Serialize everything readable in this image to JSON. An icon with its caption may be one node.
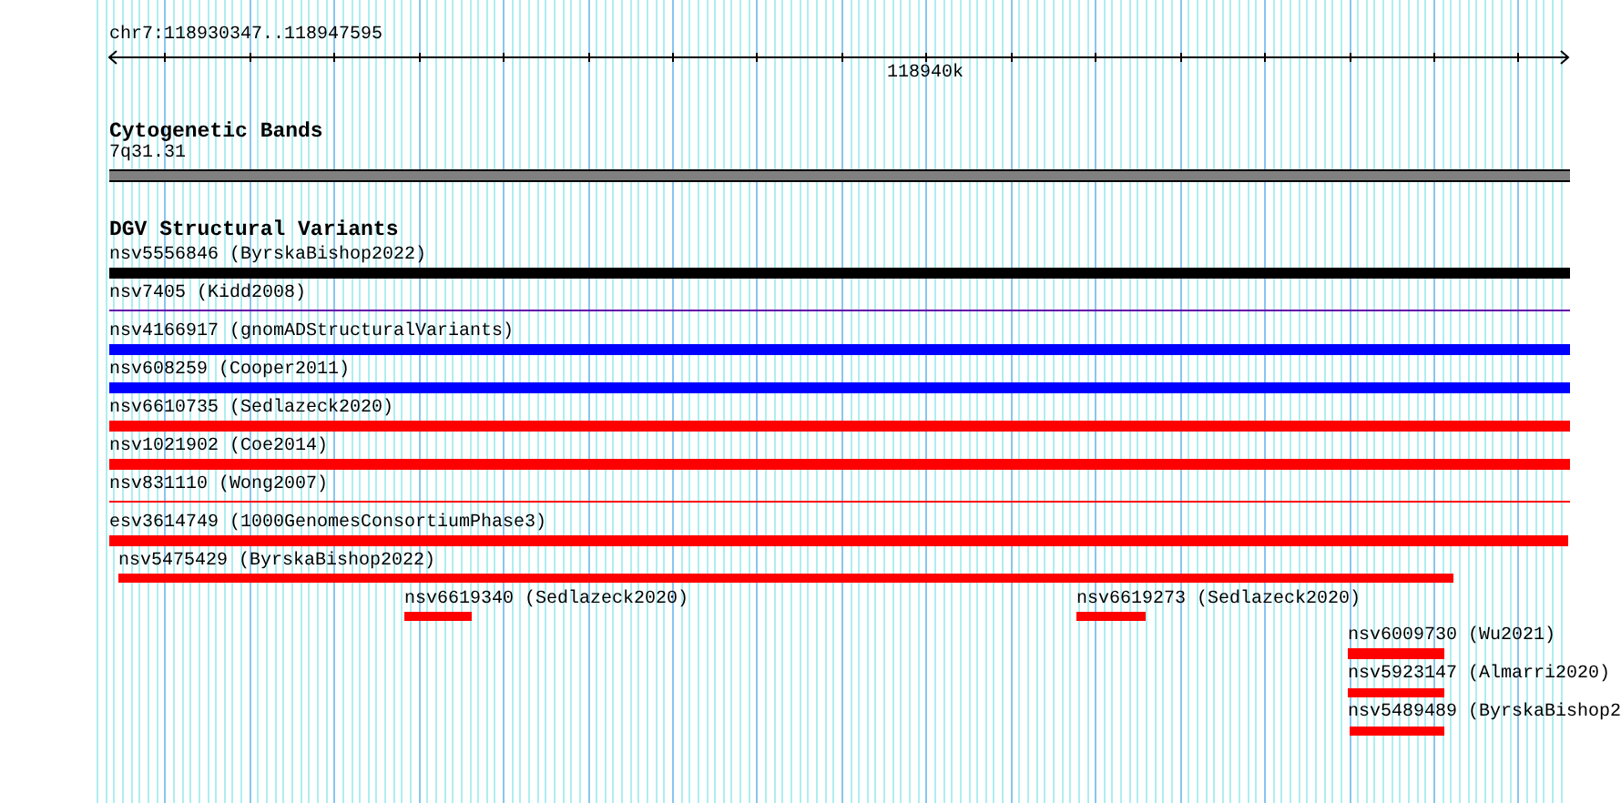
{
  "diagram": {
    "nodes": [
      {
        "text": [
          "7q31.31"
        ]
      },
      {
        "text": [
          "nsv5556846 (ByrskaBishop2022)"
        ]
      },
      {
        "text": [
          "nsv7405 (Kidd2008)"
        ]
      },
      {
        "text": [
          "nsv4166917 (gnomADStructuralVariants)"
        ]
      },
      {
        "text": [
          "nsv608259 (Cooper2011)"
        ]
      },
      {
        "text": [
          "nsv6610735 (Sedlazeck2020)"
        ]
      },
      {
        "text": [
          "nsv1021902 (Coe2014)"
        ]
      },
      {
        "text": [
          "nsv831110 (Wong2007)"
        ]
      },
      {
        "text": [
          "esv3614749 (1000GenomesConsortiumPhase3)"
        ]
      },
      {
        "text": [
          "nsv5475429 (ByrskaBishop2022)"
        ]
      },
      {
        "text": [
          "nsv6619340 (Sedlazeck2020)"
        ]
      },
      {
        "text": [
          "nsv6619273 (Sedlazeck2020)"
        ]
      },
      {
        "text": [
          "nsv6009730 (Wu2021)"
        ]
      },
      {
        "text": [
          "nsv5923147 (Almarri2020)"
        ]
      },
      {
        "text": [
          "nsv5489489 (ByrskaBishop2"
        ]
      }
    ],
    "labels": [
      "chr7:118930347..118947595",
      "118940k",
      "Cytogenetic Bands",
      "DGV Structural Variants"
    ]
  }
}
